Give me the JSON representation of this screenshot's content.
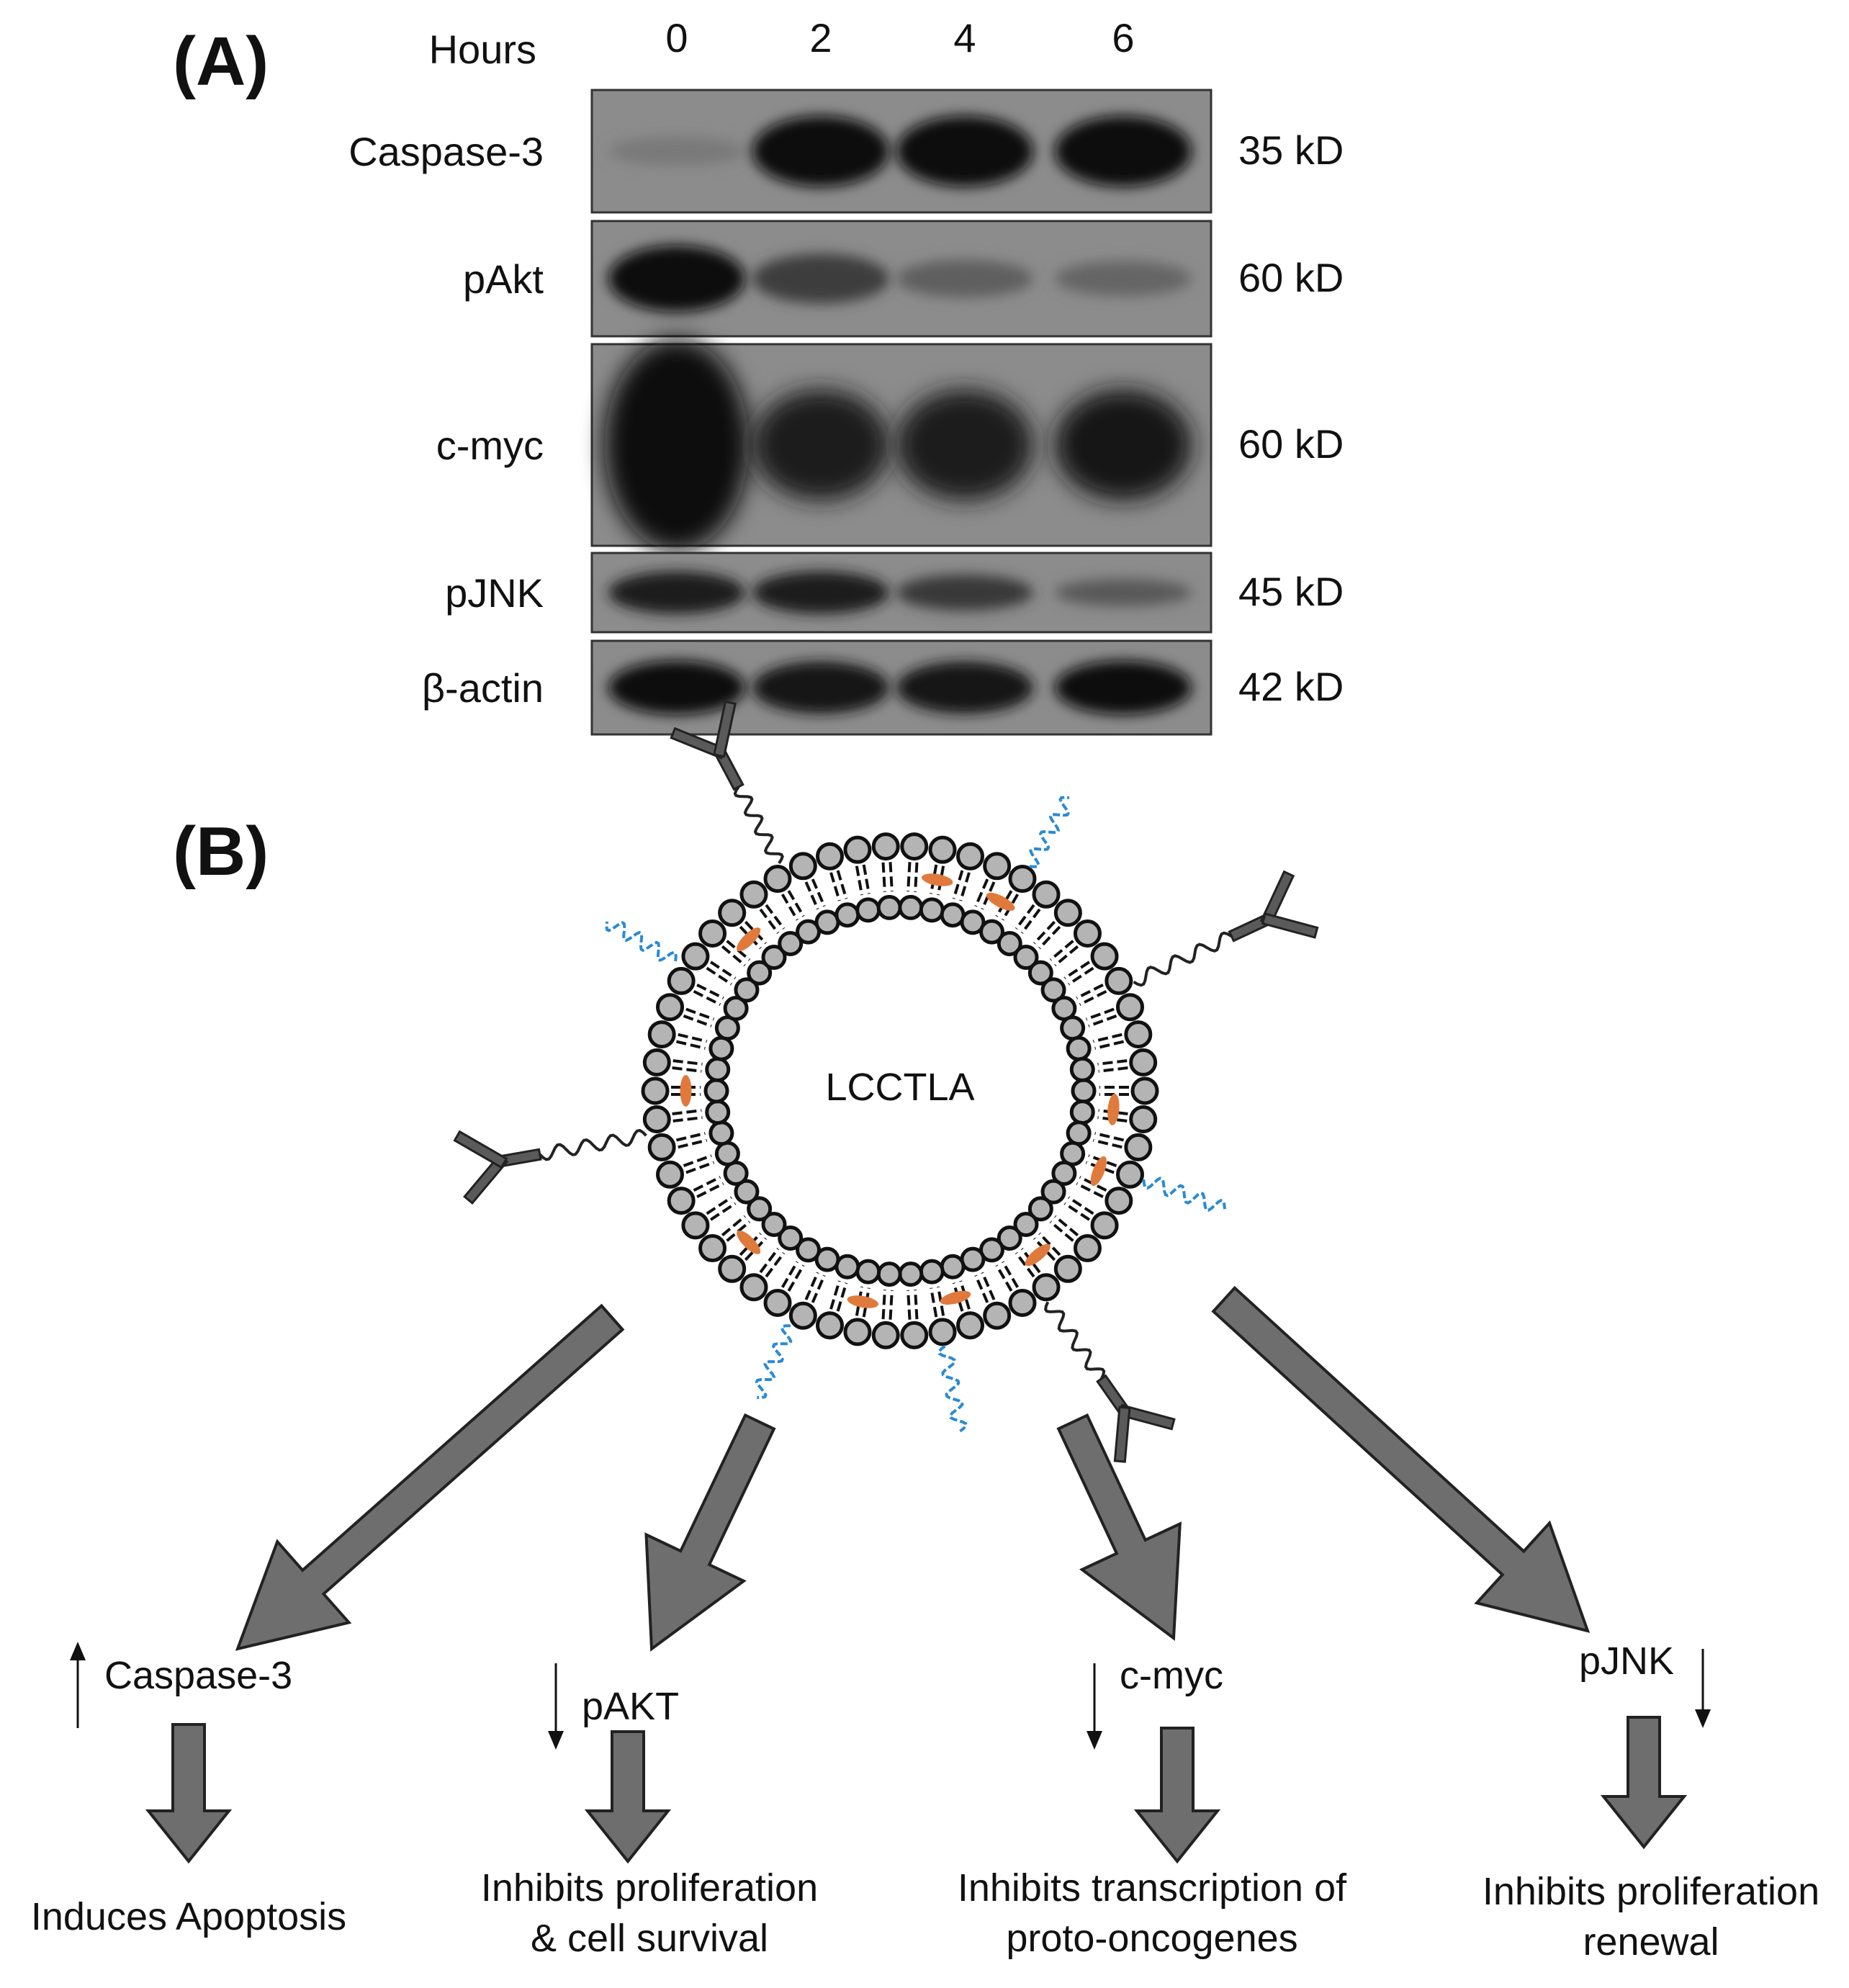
{
  "panel_a": {
    "letter": "(A)",
    "hours_label": "Hours",
    "time_points": [
      "0",
      "2",
      "4",
      "6"
    ],
    "rows": [
      {
        "protein": "Caspase-3",
        "size": "35 kD",
        "intensity": [
          0.15,
          0.95,
          0.95,
          0.95
        ]
      },
      {
        "protein": "pAkt",
        "size": "60 kD",
        "intensity": [
          0.95,
          0.6,
          0.35,
          0.3
        ]
      },
      {
        "protein": "c-myc",
        "size": "60 kD",
        "intensity": [
          1.0,
          0.85,
          0.85,
          0.9
        ]
      },
      {
        "protein": "pJNK",
        "size": "45 kD",
        "intensity": [
          0.85,
          0.85,
          0.65,
          0.4
        ]
      },
      {
        "protein": "β-actin",
        "size": "42 kD",
        "intensity": [
          0.95,
          0.9,
          0.9,
          0.95
        ]
      }
    ]
  },
  "panel_b": {
    "letter": "(B)",
    "center_label": "LCCTLA",
    "outcomes": [
      {
        "marker": "Caspase-3",
        "direction": "up",
        "effect_lines": [
          "Induces Apoptosis"
        ]
      },
      {
        "marker": "pAKT",
        "direction": "down",
        "effect_lines": [
          "Inhibits proliferation",
          "& cell survival"
        ]
      },
      {
        "marker": "c-myc",
        "direction": "down",
        "effect_lines": [
          "Inhibits transcription of",
          "proto-oncogenes"
        ]
      },
      {
        "marker": "pJNK",
        "direction": "down",
        "effect_lines": [
          "Inhibits proliferation",
          "renewal"
        ]
      }
    ]
  },
  "colors": {
    "arrow_fill": "#6e6e6e",
    "lipid_head": "#b4b4b4",
    "cholesterol": "#e07a3c",
    "peptide_wave": "#2a8ad4",
    "antibody": "#5a5a5a",
    "gel_background": "#8c8c8c",
    "band": "#0d0d0d"
  }
}
